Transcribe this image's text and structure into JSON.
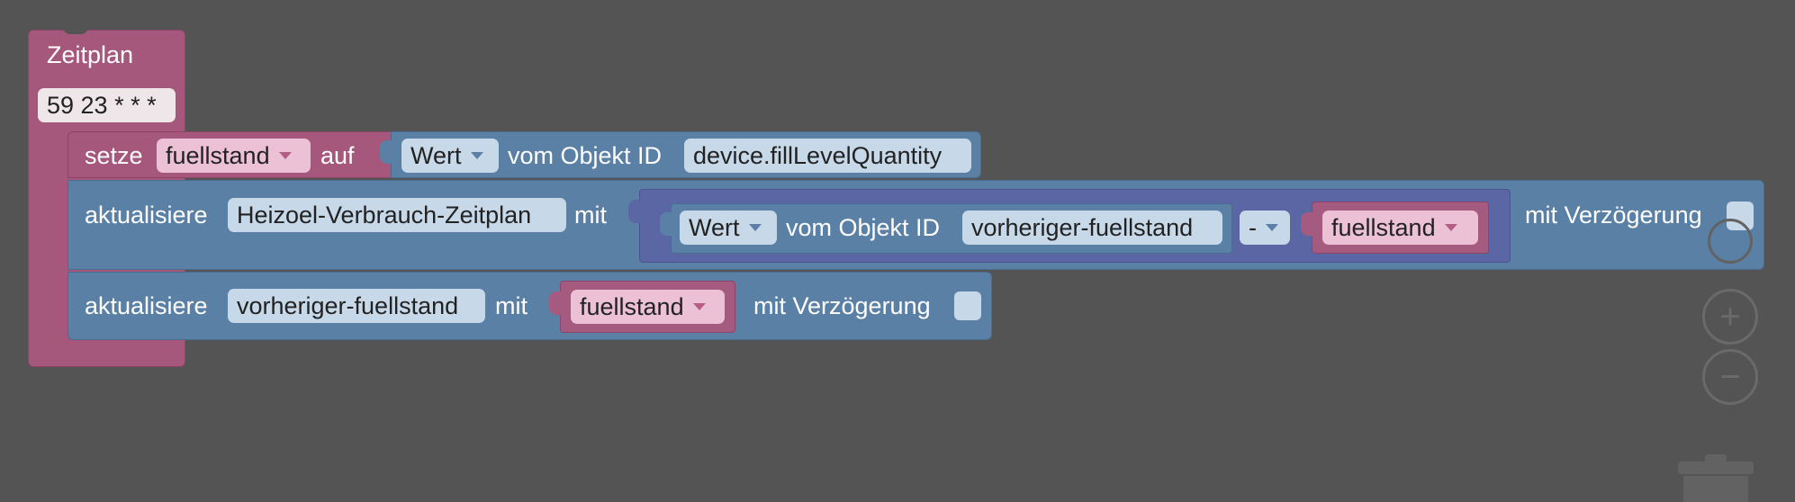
{
  "trigger": {
    "label": "Zeitplan",
    "cron": "59 23 * * *"
  },
  "set_stmt": {
    "verb": "setze",
    "variable": "fuellstand",
    "to": "auf",
    "getter_prop": "Wert",
    "getter_label": "vom Objekt ID",
    "object_id": "device.fillLevelQuantity"
  },
  "update1": {
    "verb": "aktualisiere",
    "target": "Heizoel-Verbrauch-Zeitplan",
    "with": "mit",
    "getter_prop": "Wert",
    "getter_label": "vom Objekt ID",
    "object_id": "vorheriger-fuellstand",
    "operator": "-",
    "variable": "fuellstand",
    "delay_label": "mit Verzögerung"
  },
  "update2": {
    "verb": "aktualisiere",
    "target": "vorheriger-fuellstand",
    "with": "mit",
    "variable": "fuellstand",
    "delay_label": "mit Verzögerung"
  },
  "workspace": {
    "zoom_in": "+",
    "zoom_out": "−"
  },
  "colors": {
    "background": "#545454",
    "schedule_block": "#a5577c",
    "iobroker_block": "#5b80a5",
    "math_block": "#5b67a5",
    "variable_block": "#a55b80"
  }
}
